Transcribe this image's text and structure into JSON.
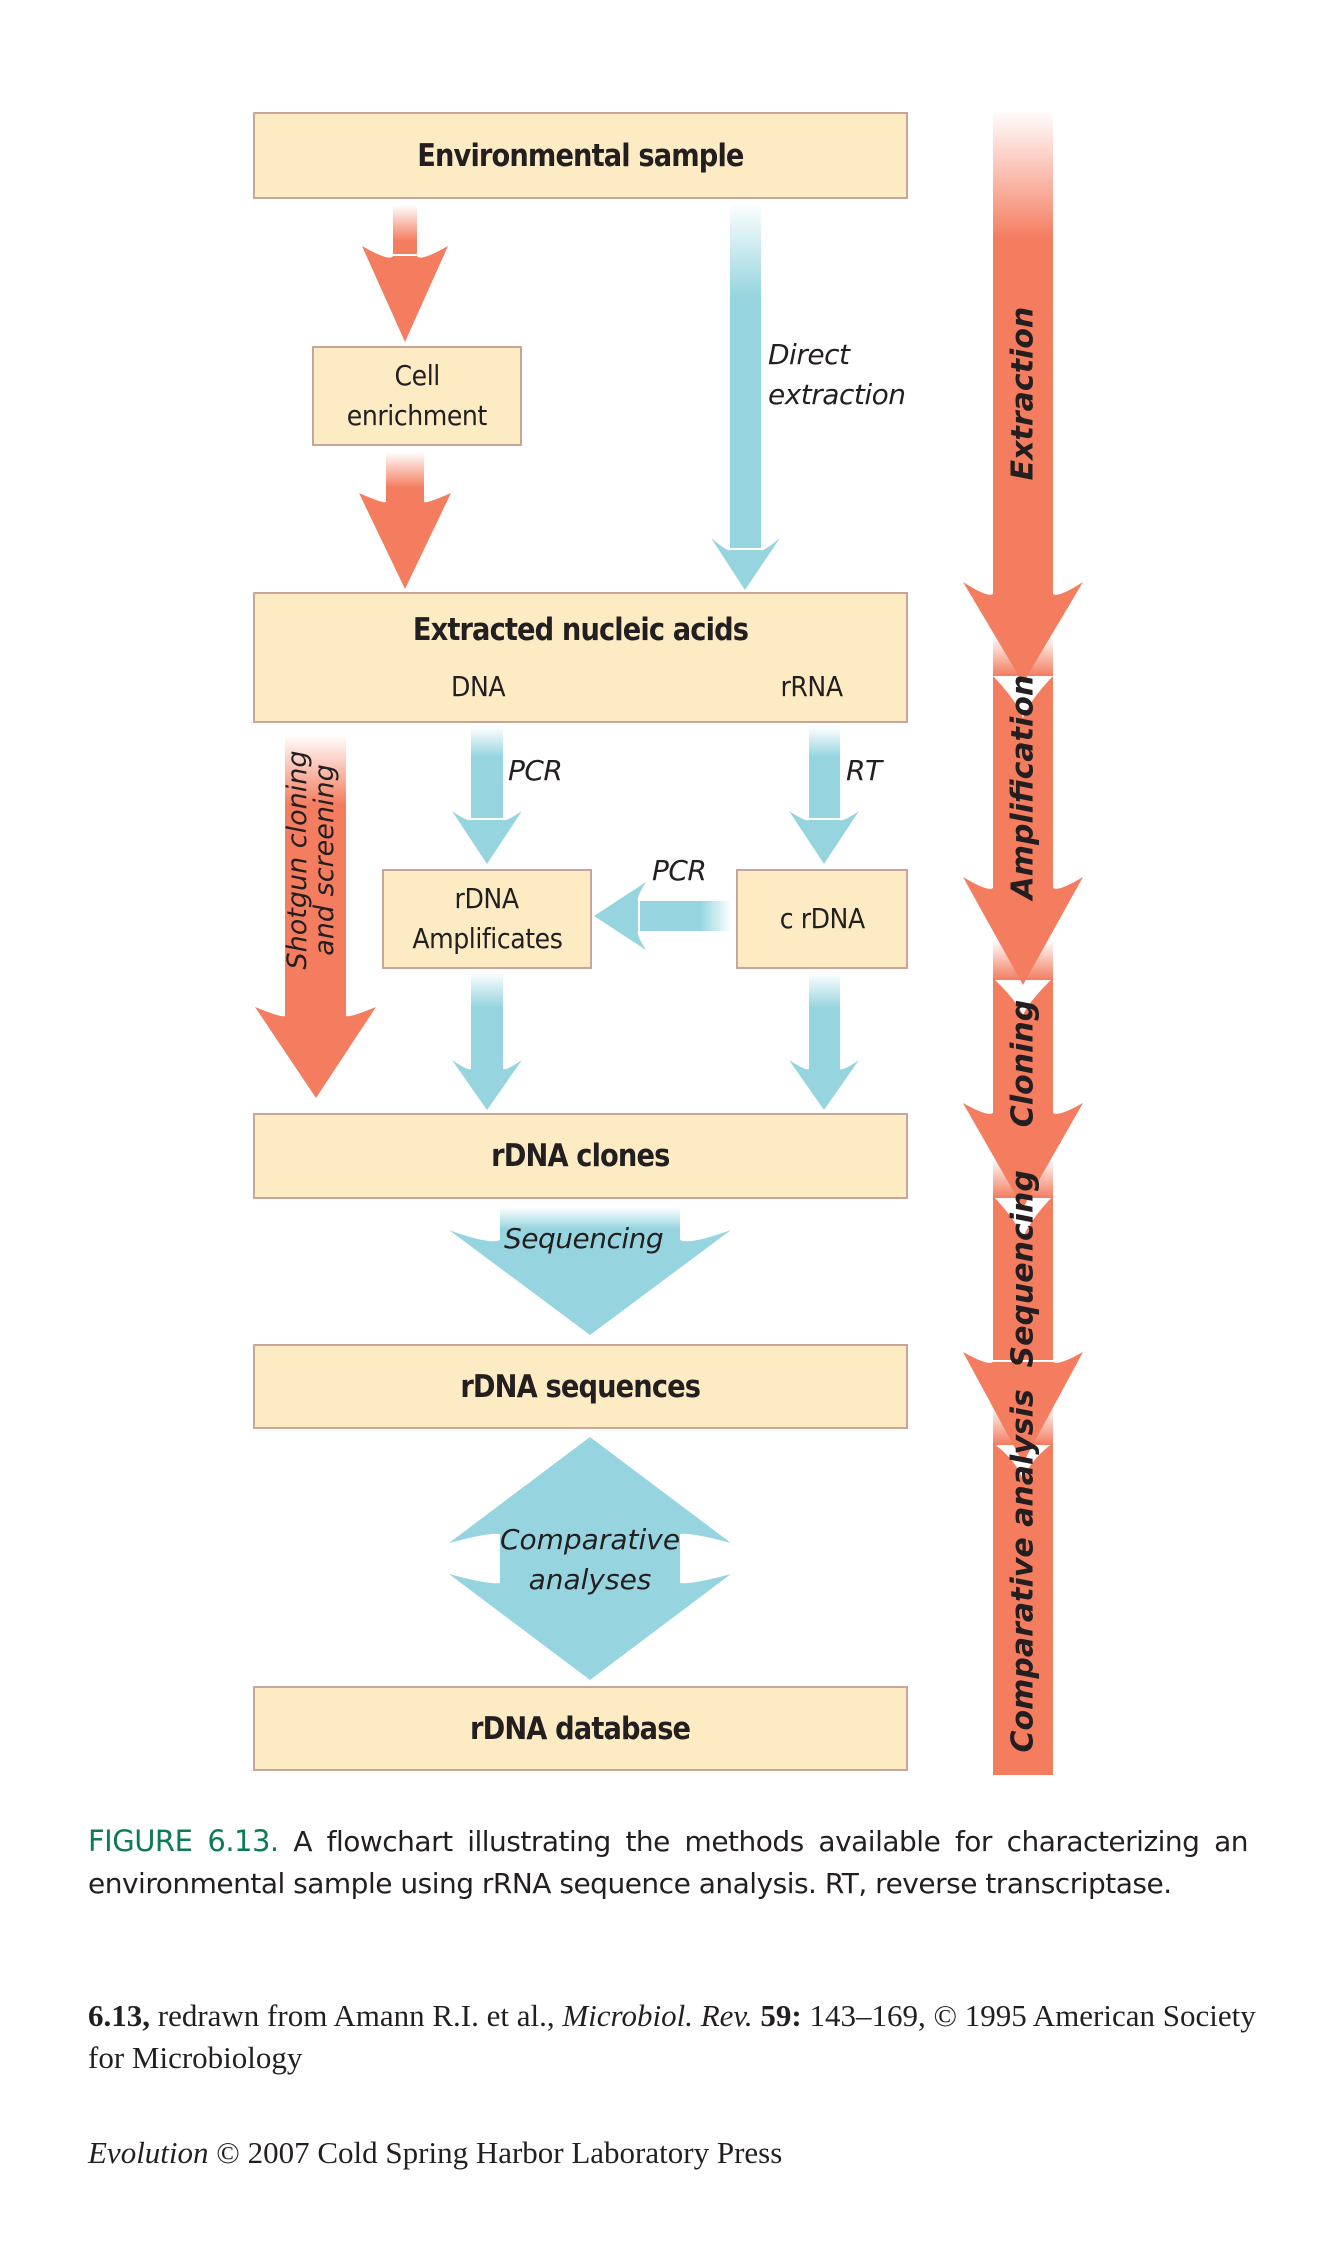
{
  "diagram": {
    "colors": {
      "box_fill": "#fdebc4",
      "box_border": "#c9a59a",
      "salmon_arrow": "#f47c5f",
      "blue_arrow": "#96d5df",
      "figure_label": "#0f7a5a"
    },
    "boxes": {
      "environmental_sample": "Environmental sample",
      "cell_enrichment_line1": "Cell",
      "cell_enrichment_line2": "enrichment",
      "extracted_nucleic_acids": "Extracted nucleic acids",
      "dna": "DNA",
      "rrna": "rRNA",
      "rdna_amplificates_line1": "rDNA",
      "rdna_amplificates_line2": "Amplificates",
      "c_rdna": "c rDNA",
      "rdna_clones": "rDNA clones",
      "rdna_sequences": "rDNA sequences",
      "rdna_database": "rDNA database"
    },
    "arrow_labels": {
      "direct_extraction_line1": "Direct",
      "direct_extraction_line2": "extraction",
      "pcr_dna": "PCR",
      "rt": "RT",
      "pcr_crdna": "PCR",
      "shotgun_line1": "Shotgun cloning",
      "shotgun_line2": "and screening",
      "sequencing": "Sequencing",
      "comparative_line1": "Comparative",
      "comparative_line2": "analyses"
    },
    "stages": [
      {
        "label": "Extraction"
      },
      {
        "label": "Amplification"
      },
      {
        "label": "Cloning"
      },
      {
        "label": "Sequencing"
      },
      {
        "label": "Comparative analysis"
      }
    ]
  },
  "caption": {
    "figure_label": "FIGURE 6.13.",
    "text": "A flowchart illustrating the methods available for characterizing an environmental sample using rRNA sequence analysis. RT, reverse transcriptase."
  },
  "credit": {
    "figure_ref": "6.13,",
    "text_before_journal": " redrawn from Amann R.I. et al., ",
    "journal": "Microbiol. Rev.",
    "volume": "59:",
    "text_after_volume": " 143–169, © 1995 American Society for Microbiology"
  },
  "footer": {
    "book_title": "Evolution",
    "text": " © 2007 Cold Spring Harbor Laboratory Press"
  }
}
